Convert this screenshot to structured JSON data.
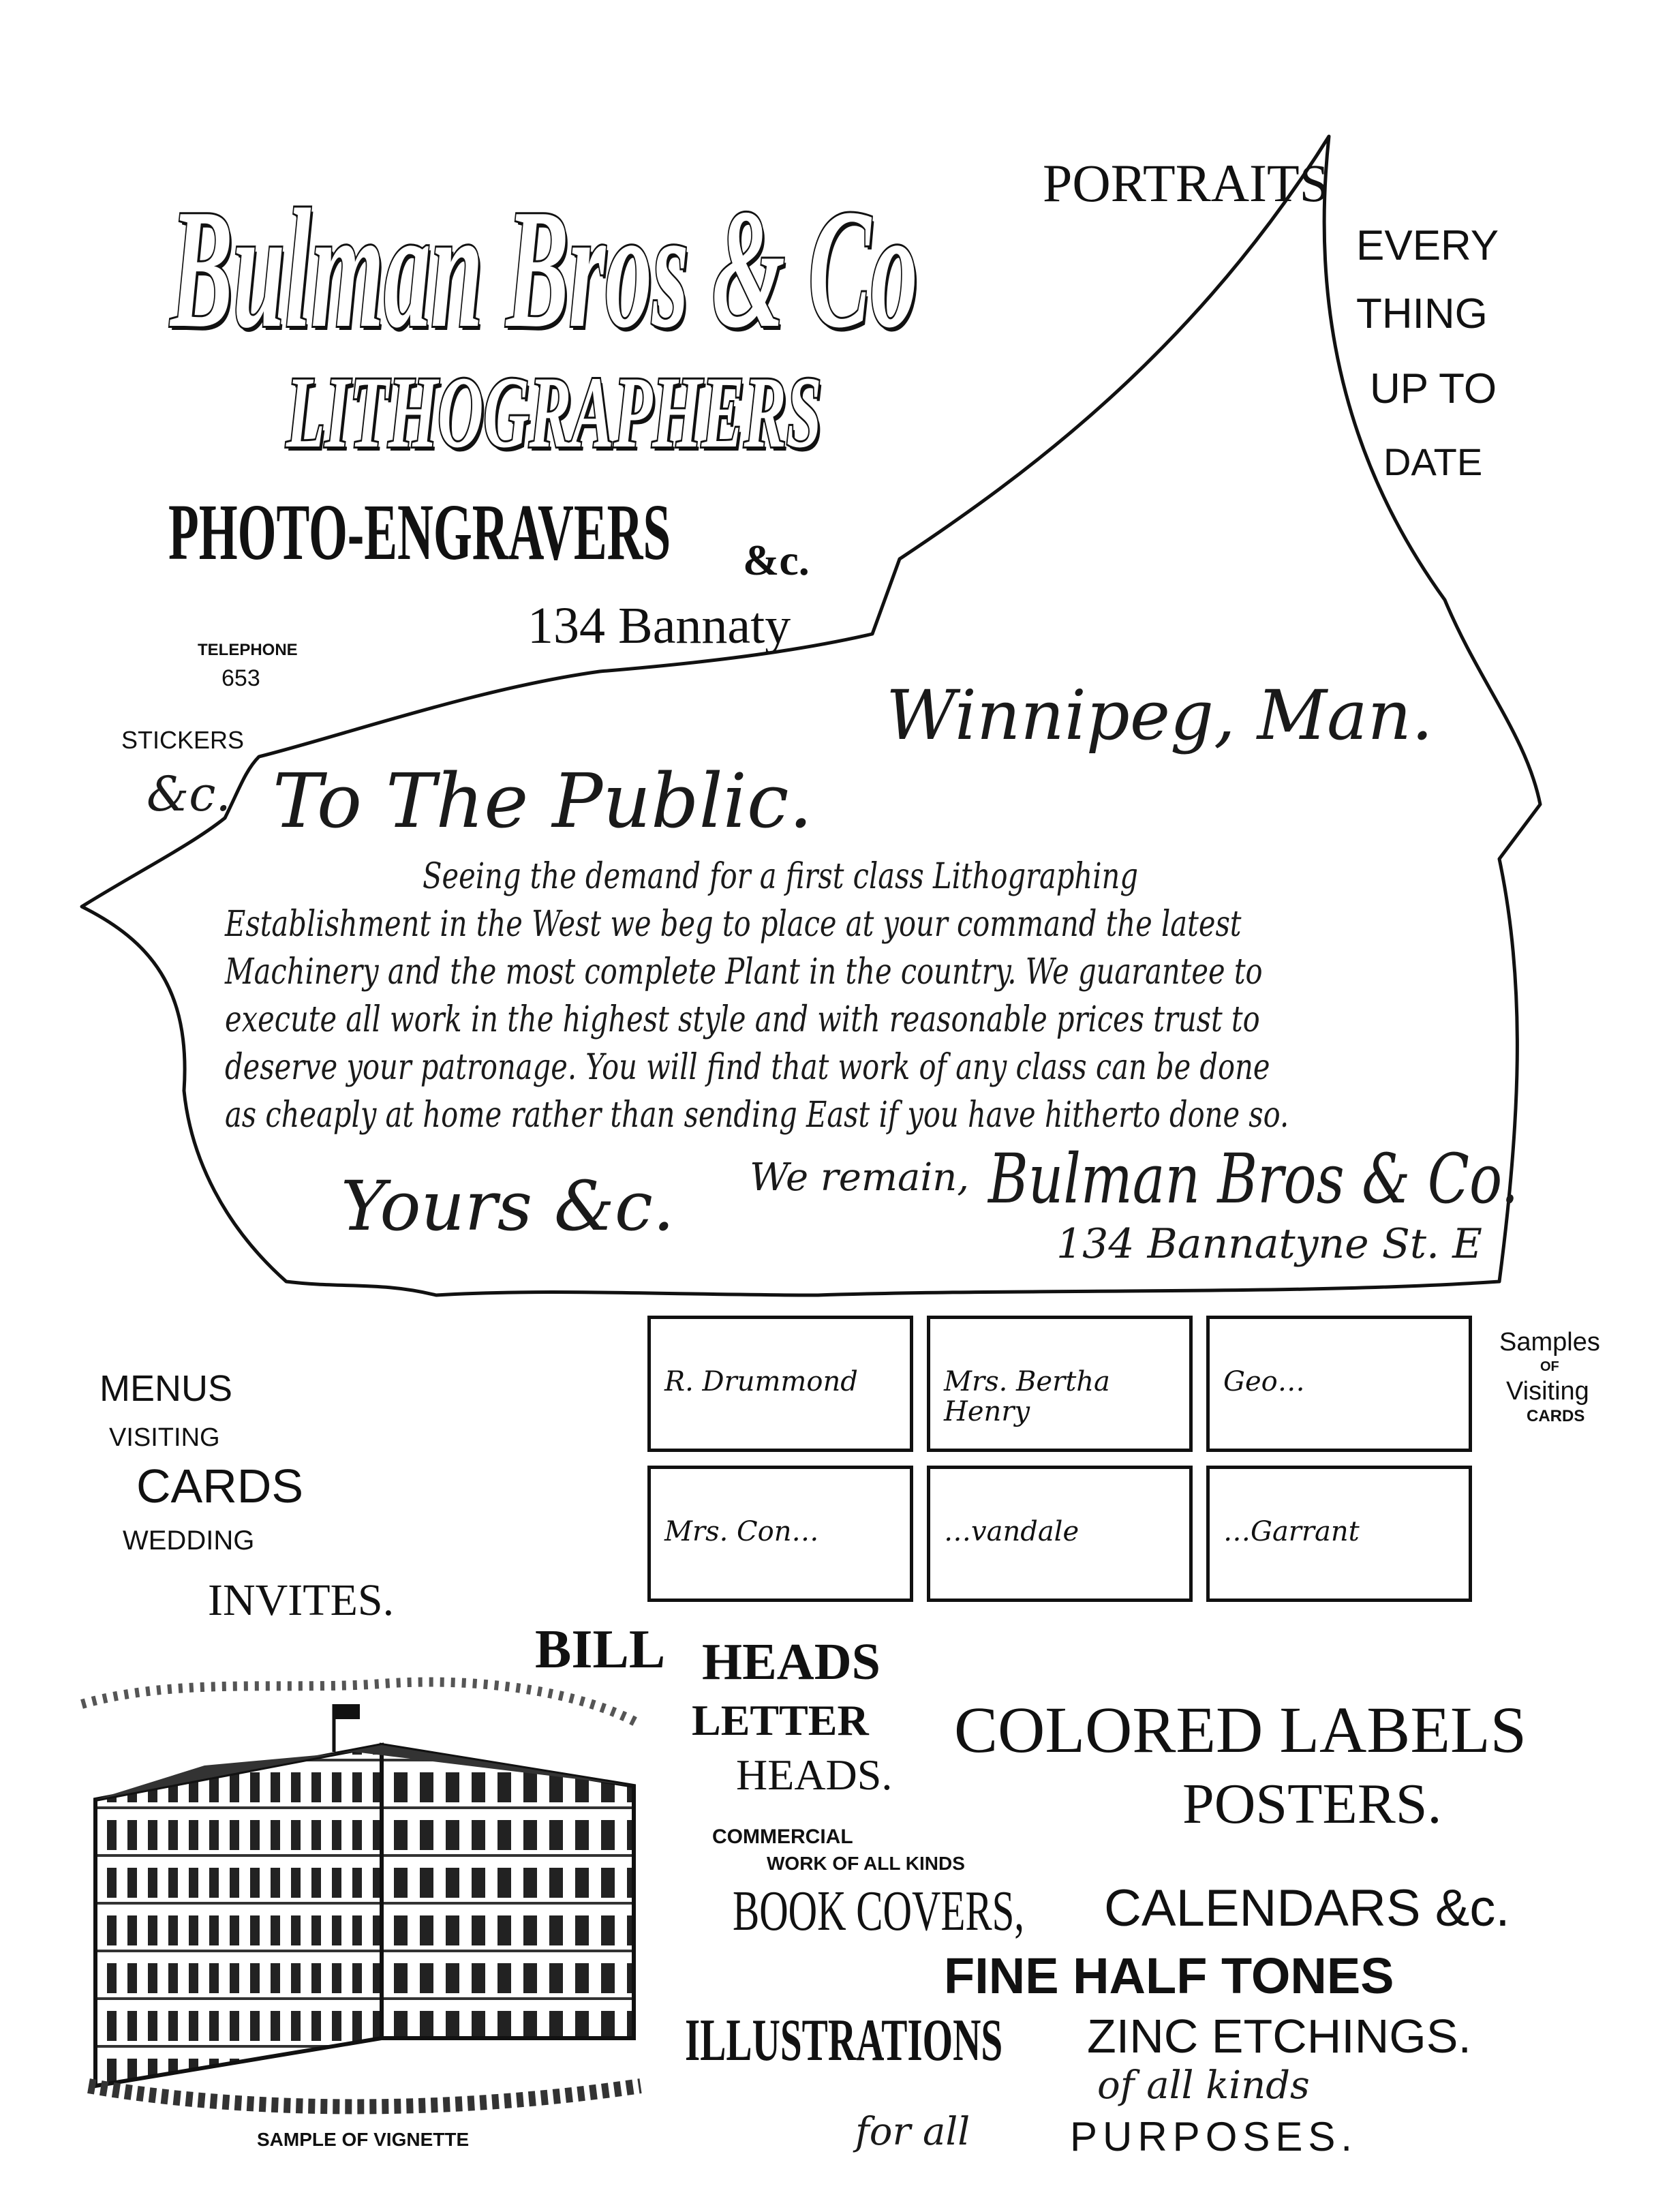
{
  "header": {
    "firm_name": "Bulman Bros & Co",
    "trade": "LITHOGRAPHERS",
    "trade2": "PHOTO-ENGRAVERS",
    "etc": "&c.",
    "address_partial": "134 Bannaty",
    "telephone_label": "TELEPHONE",
    "telephone_number": "653"
  },
  "side_notes": {
    "portraits": "PORTRAITS",
    "every": "EVERY",
    "thing": "THING",
    "up_to": "UP TO",
    "date": "DATE",
    "stickers": "STICKERS",
    "stickers_etc": "&c."
  },
  "letter": {
    "place": "Winnipeg, Man.",
    "salutation": "To The Public.",
    "lines": [
      "Seeing the demand for a first class Lithographing",
      "Establishment in the West we beg to place at your command the latest",
      "Machinery and the most complete Plant in the country. We guarantee to",
      "execute all work in the highest style and with reasonable prices trust to",
      "deserve your patronage. You will find that work of any class can be done",
      "as cheaply at home rather than sending East if you have hitherto done so."
    ],
    "closing": "We remain,",
    "yours": "Yours &c.",
    "signature": "Bulman Bros & Co.",
    "signature_address": "134 Bannatyne St. E"
  },
  "cards": {
    "label_samples": "Samples",
    "label_of": "OF",
    "label_visiting": "Visiting",
    "label_cards": "CARDS",
    "names": [
      "R. Drummond",
      "Mrs. Bertha Henry",
      "Mrs. Con…",
      "…vandale",
      "…Garrant",
      "Geo…"
    ]
  },
  "services": {
    "menus": "MENUS",
    "visiting": "VISITING",
    "cards": "CARDS",
    "wedding": "WEDDING",
    "invites": "INVITES.",
    "bill": "BILL",
    "heads": "HEADS",
    "letter": "LETTER",
    "letter_heads": "HEADS.",
    "colored_labels": "COLORED LABELS",
    "posters": "POSTERS.",
    "commercial": "COMMERCIAL",
    "work_of_all_kinds": "WORK OF ALL KINDS",
    "book_covers": "BOOK COVERS,",
    "calendars": "CALENDARS &c.",
    "fine_half_tones": "FINE HALF TONES",
    "illustrations": "ILLUSTRATIONS",
    "zinc_etchings": "ZINC ETCHINGS.",
    "of_all_kinds": "of all kinds",
    "for_all": "for all",
    "purposes": "PURPOSES."
  },
  "vignette": {
    "caption": "SAMPLE OF VIGNETTE"
  }
}
